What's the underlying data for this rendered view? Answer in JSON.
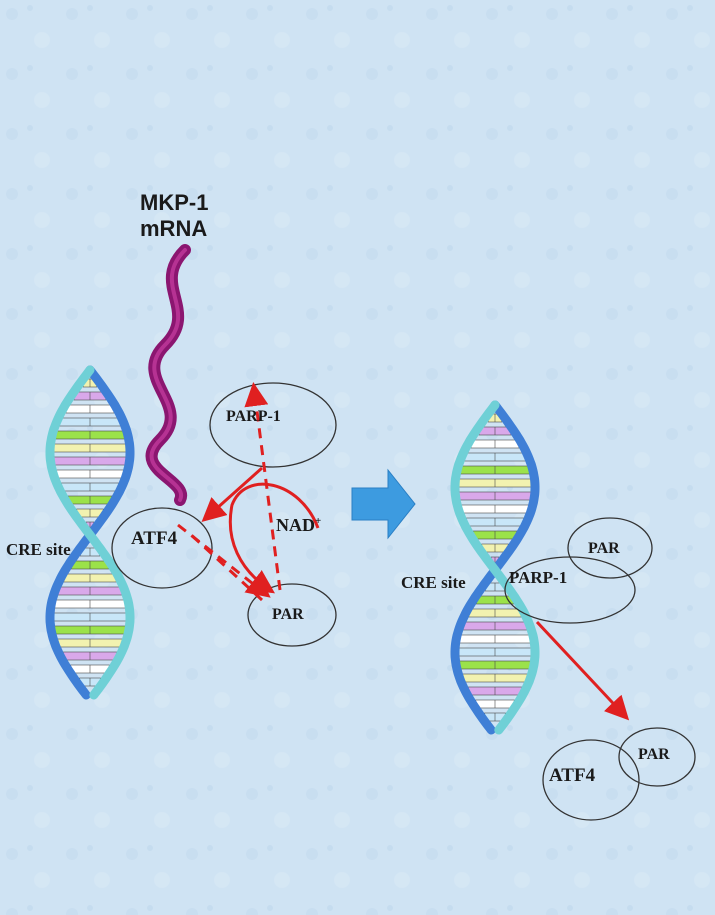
{
  "labels": {
    "mrna_line1": "MKP-1",
    "mrna_line2": "mRNA",
    "parp1_left": "PARP-1",
    "atf4_left": "ATF4",
    "cre_left": "CRE site",
    "nad": "NAD",
    "nad_sup": "+",
    "par_left": "PAR",
    "par_right_top": "PAR",
    "parp1_right": "PARP-1",
    "cre_right": "CRE site",
    "atf4_right": "ATF4",
    "par_right_bottom": "PAR"
  },
  "colors": {
    "background": "#cfe3f3",
    "strand_dark": "#3f7fd6",
    "strand_light": "#6fd0d6",
    "mrna": "#8b1670",
    "arrow_red": "#e02020",
    "big_arrow": "#3d9be0"
  },
  "base_colors": [
    "#9be24a",
    "#f2f2b0",
    "#d9a8ea",
    "#ffffff",
    "#c8e6f8"
  ]
}
